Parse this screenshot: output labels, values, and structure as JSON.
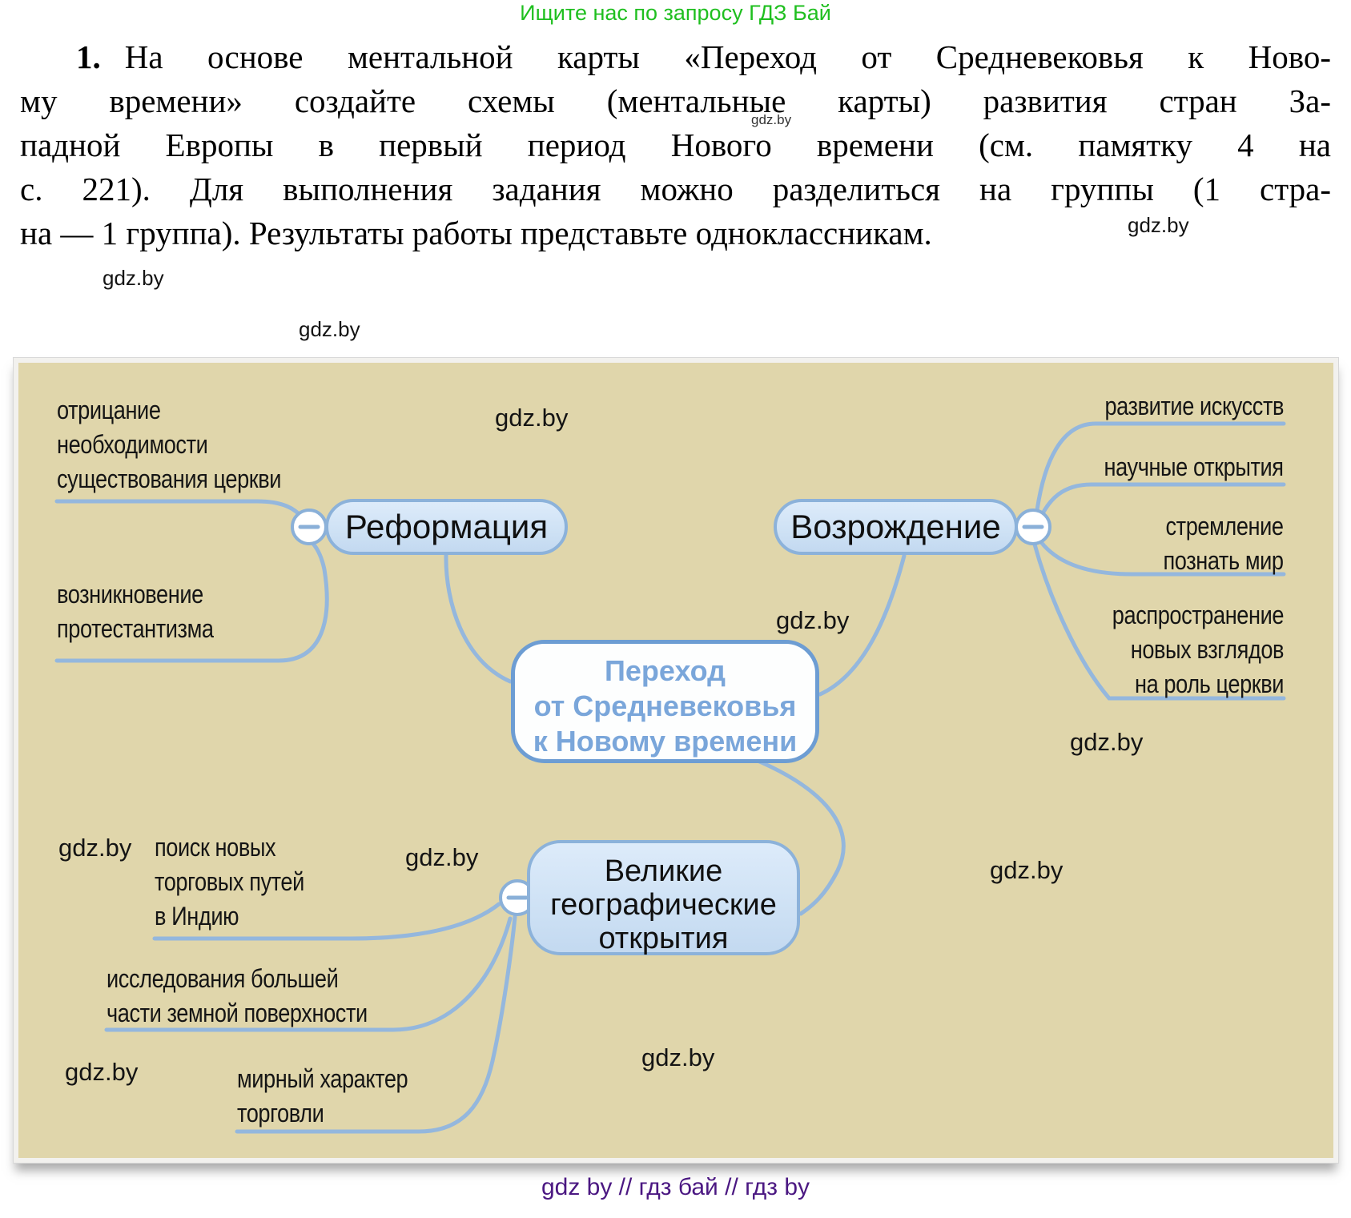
{
  "header": {
    "promo": "Ищите нас по запросу ГДЗ Бай"
  },
  "task": {
    "number": "1.",
    "lines": [
      "На основе ментальной карты «Переход от Средневековья к Ново-",
      "му времени» создайте схемы (ментальные карты) развития стран За-",
      "падной Европы в первый период Нового времени (см. памятку 4 на",
      "с. 221). Для выполнения задания можно разделиться на группы (1 стра-",
      "на — 1 группа). Результаты работы представьте одноклассникам."
    ]
  },
  "watermark": {
    "text": "gdz.by"
  },
  "mindmap": {
    "central": {
      "lines": [
        "Переход",
        "от Средневековья",
        "к Новому времени"
      ]
    },
    "reformation": {
      "label": "Реформация",
      "branches": [
        {
          "lines": [
            "отрицание",
            "необходимости",
            "существования церкви"
          ]
        },
        {
          "lines": [
            "возникновение",
            "протестантизма"
          ]
        }
      ]
    },
    "renaissance": {
      "label": "Возрождение",
      "branches": [
        {
          "lines": [
            "развитие искусств"
          ]
        },
        {
          "lines": [
            "научные открытия"
          ]
        },
        {
          "lines": [
            "стремление",
            "познать мир"
          ]
        },
        {
          "lines": [
            "распространение",
            "новых взглядов",
            "на роль церкви"
          ]
        }
      ]
    },
    "discoveries": {
      "label_lines": [
        "Великие",
        "географические",
        "открытия"
      ],
      "branches": [
        {
          "lines": [
            "поиск новых",
            "торговых путей",
            "в Индию"
          ]
        },
        {
          "lines": [
            "исследования большей",
            "части земной поверхности"
          ]
        },
        {
          "lines": [
            "мирный характер",
            "торговли"
          ]
        }
      ]
    },
    "colors": {
      "background": "#e0d6ab",
      "node_fill": "#cfe2f5",
      "node_border": "#8cb2da",
      "central_border": "#6d9dd3",
      "central_text": "#7aa6da",
      "line": "#94b7dd"
    }
  },
  "footer": {
    "credits": "gdz by  //  гдз бай  //  гдз by",
    "promo_green": "#1fbf1f",
    "credits_purple": "#4b1882"
  }
}
